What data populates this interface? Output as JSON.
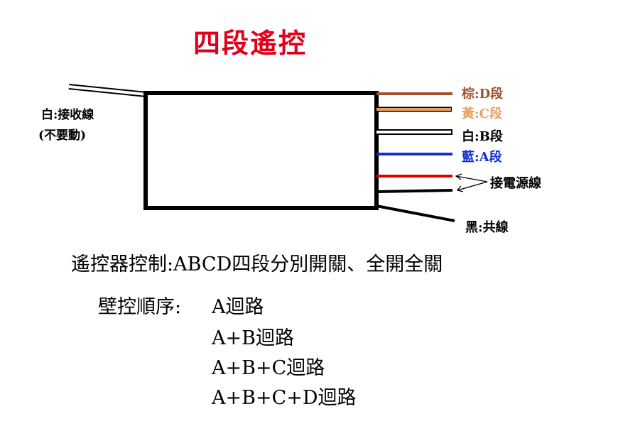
{
  "title": "四段遙控",
  "receiver": {
    "label": "白:接收線",
    "note": "(不要動)"
  },
  "wires": {
    "brown": {
      "label": "棕:D段",
      "color": "#a0522d"
    },
    "yellow": {
      "label": "黃:C段",
      "color": "#e8a060"
    },
    "white": {
      "label": "白:B段",
      "color": "#ffffff"
    },
    "blue": {
      "label": "藍:A段",
      "color": "#1030d0"
    },
    "red": {
      "color": "#e00000"
    },
    "black_power": {
      "color": "#000000"
    },
    "black_common": {
      "label": "黑:共線",
      "color": "#000000"
    }
  },
  "power_label": "接電源線",
  "remote_control_text": "遙控器控制:ABCD四段分別開關、全開全關",
  "wall_control": {
    "title": "壁控順序:",
    "sequence": [
      "A迴路",
      "A+B迴路",
      "A+B+C迴路",
      "A+B+C+D迴路"
    ]
  }
}
